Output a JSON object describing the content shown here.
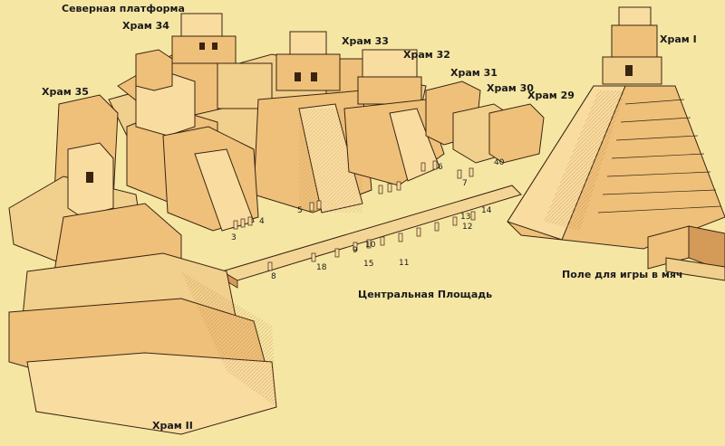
{
  "labels": {
    "north_platform": "Северная платформа",
    "temple_34": "Храм 34",
    "temple_33": "Храм 33",
    "temple_32": "Храм 32",
    "temple_31": "Храм 31",
    "temple_30": "Храм 30",
    "temple_29": "Храм 29",
    "temple_35": "Храм 35",
    "temple_1": "Храм I",
    "temple_2": "Храм II",
    "ball_court": "Поле для игры в мяч",
    "central_plaza": "Центральная Площадь"
  },
  "stela_numbers": [
    "3",
    "4",
    "5",
    "6",
    "7",
    "8",
    "9",
    "10",
    "11",
    "12",
    "13",
    "14",
    "15",
    "18",
    "40"
  ],
  "colors": {
    "background": "#f6e6a4",
    "stone_light": "#f8dca0",
    "stone_mid": "#eec07a",
    "stone_shadow": "#c98a4a",
    "outline": "#3a2410"
  }
}
